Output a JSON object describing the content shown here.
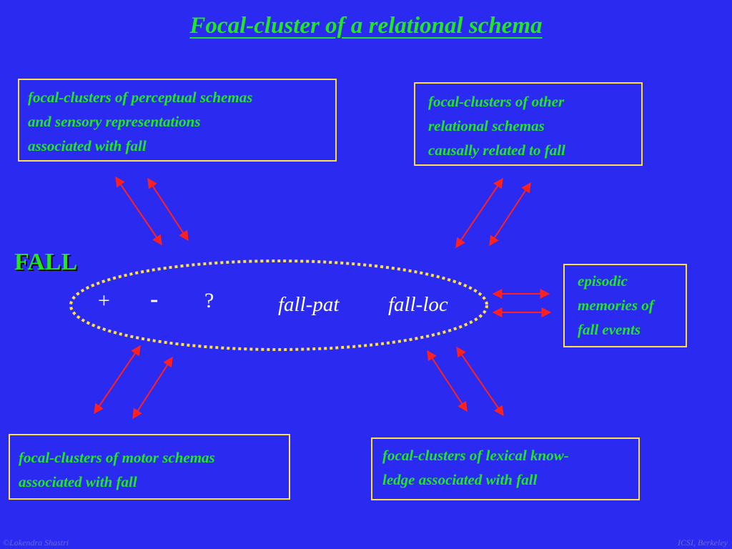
{
  "title": "Focal-cluster of a relational schema",
  "boxes": {
    "perceptual": [
      "focal-clusters of perceptual schemas",
      "and sensory representations",
      "associated with fall"
    ],
    "relational": [
      "focal-clusters of other",
      "relational schemas",
      "causally related to fall"
    ],
    "episodic": [
      "episodic",
      "memories of",
      "fall events"
    ],
    "motor": [
      "focal-clusters of motor schemas",
      "associated with fall"
    ],
    "lexical": [
      "focal-clusters of lexical know-",
      "ledge associated with fall"
    ]
  },
  "fall_label": "FALL",
  "nodes": {
    "plus": "+",
    "minus": "-",
    "question": "?",
    "fall_pat": "fall-pat",
    "fall_loc": "fall-loc"
  },
  "footer": {
    "left": "©Lokendra Shastri",
    "right": "ICSI, Berkeley"
  },
  "colors": {
    "background": "#2a2af0",
    "text_green": "#22e622",
    "box_border": "#ffe04a",
    "arrow_red": "#ff2020",
    "ellipse_dots": "#ffe04a"
  }
}
